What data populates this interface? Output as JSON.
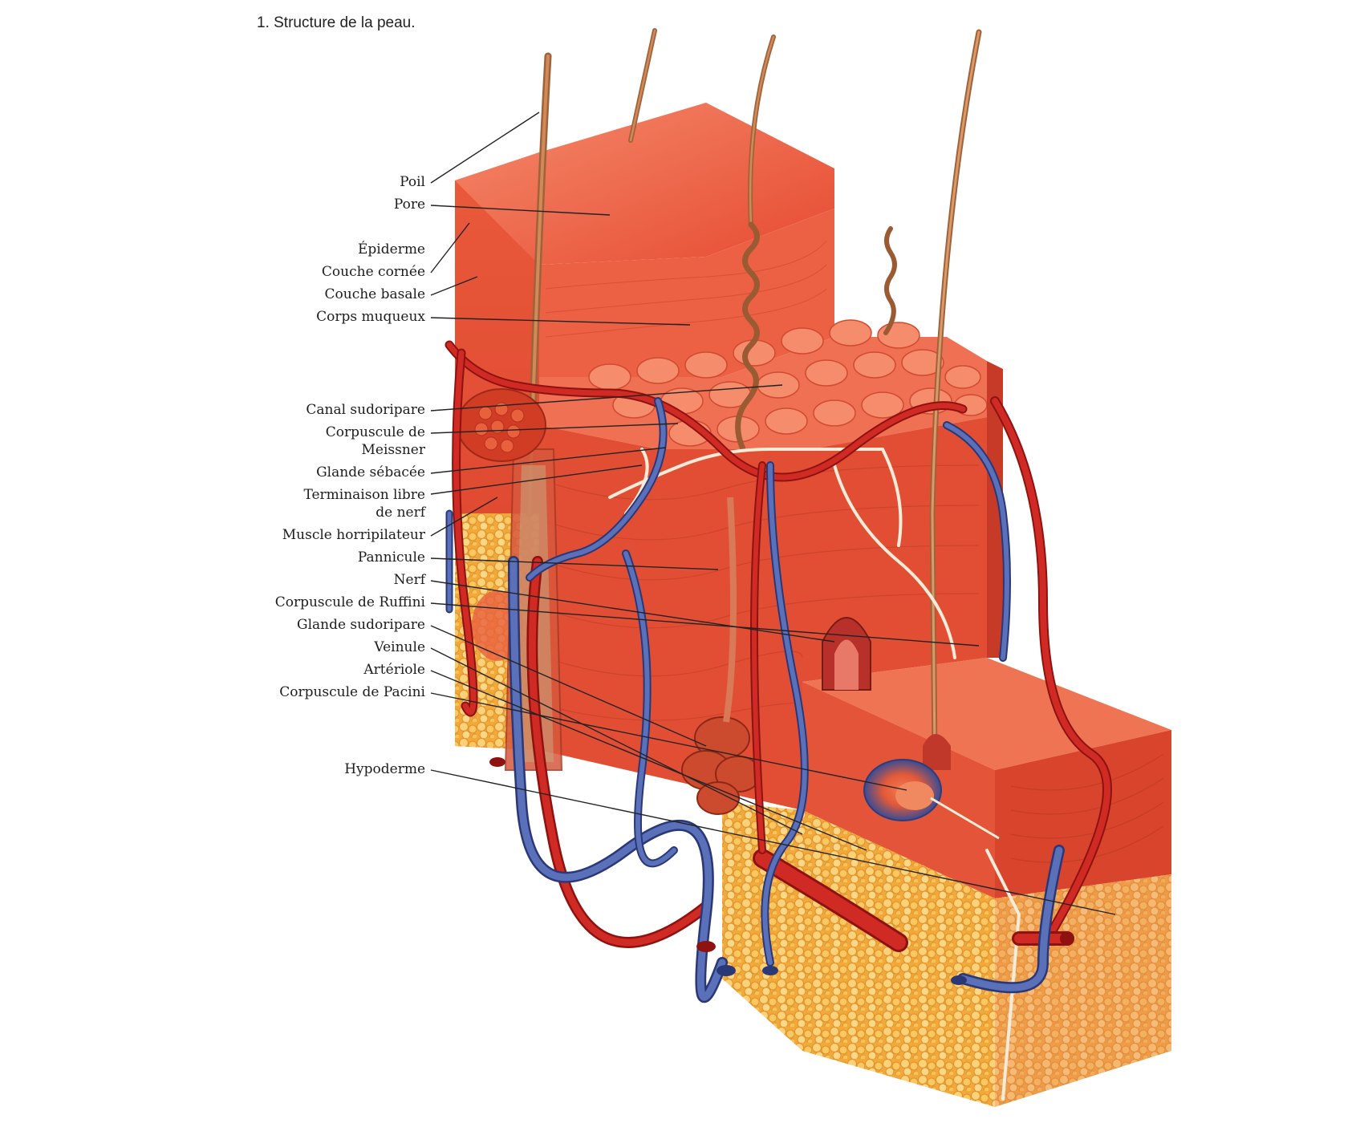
{
  "caption": "1. Structure de la peau.",
  "labels": [
    {
      "id": "poil",
      "lines": [
        "Poil"
      ]
    },
    {
      "id": "pore",
      "lines": [
        "Pore"
      ]
    },
    {
      "id": "epiderme",
      "lines": [
        "Épiderme"
      ]
    },
    {
      "id": "couche-cornee",
      "lines": [
        "Couche cornée"
      ]
    },
    {
      "id": "couche-basale",
      "lines": [
        "Couche basale"
      ]
    },
    {
      "id": "corps-muqueux",
      "lines": [
        "Corps muqueux"
      ]
    },
    {
      "id": "canal-sudoripare",
      "lines": [
        "Canal sudoripare"
      ]
    },
    {
      "id": "corpuscule-meissner",
      "lines": [
        "Corpuscule de",
        "Meissner"
      ]
    },
    {
      "id": "glande-sebacee",
      "lines": [
        "Glande sébacée"
      ]
    },
    {
      "id": "terminaison-libre",
      "lines": [
        "Terminaison libre",
        "de nerf"
      ]
    },
    {
      "id": "muscle-horripilateur",
      "lines": [
        "Muscle horripilateur"
      ]
    },
    {
      "id": "pannicule",
      "lines": [
        "Pannicule"
      ]
    },
    {
      "id": "nerf",
      "lines": [
        "Nerf"
      ]
    },
    {
      "id": "corpuscule-ruffini",
      "lines": [
        "Corpuscule de Ruffini"
      ]
    },
    {
      "id": "glande-sudoripare",
      "lines": [
        "Glande sudoripare"
      ]
    },
    {
      "id": "veinule",
      "lines": [
        "Veinule"
      ]
    },
    {
      "id": "arteriole",
      "lines": [
        "Artériole"
      ]
    },
    {
      "id": "corpuscule-pacini",
      "lines": [
        "Corpuscule de Pacini"
      ]
    },
    {
      "id": "hypoderme",
      "lines": [
        "Hypoderme"
      ]
    }
  ],
  "colors": {
    "skin": "#e8543a",
    "skin_light": "#f28a6a",
    "skin_dark": "#c73a28",
    "fat": "#f5b84a",
    "fat_light": "#fbd27a",
    "artery": "#c8201e",
    "vein": "#4a5fa8",
    "nerve": "#f4ecd8",
    "hair": "#b8703c",
    "leader": "#222222"
  }
}
